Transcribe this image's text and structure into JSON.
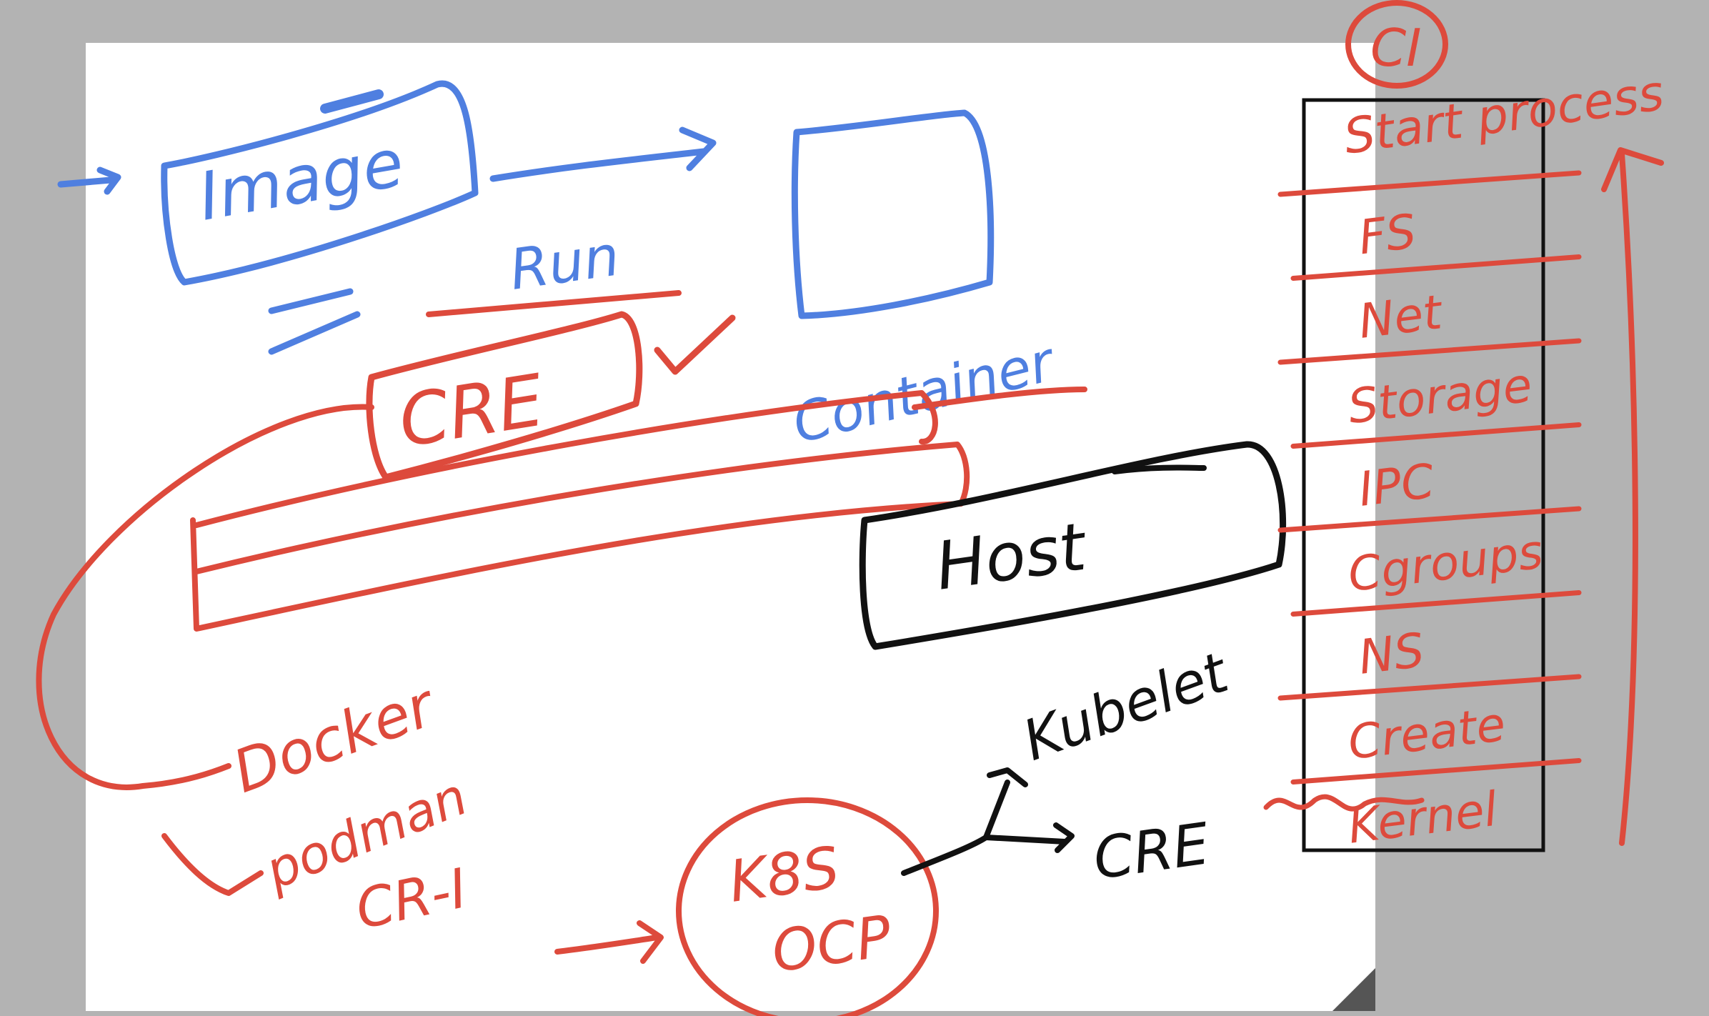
{
  "colors": {
    "background": "#b3b3b3",
    "page": "#ffffff",
    "blue_ink": "#4f7fe0",
    "red_ink": "#dd4a3c",
    "black_ink": "#111111"
  },
  "labels": {
    "image": "Image",
    "run": "Run",
    "cre_top": "CRE",
    "checkmark": "✓",
    "container": "Container",
    "host": "Host",
    "docker": "Docker",
    "podman": "podman",
    "cri": "CR-I",
    "kubelet": "Kubelet",
    "cre_bottom": "CRE",
    "k8s": "K8S",
    "ocp": "OCP"
  },
  "process_stack": {
    "header": "CI",
    "title": "Start process",
    "items": [
      "FS",
      "Net",
      "Storage",
      "IPC",
      "Cgroups",
      "NS",
      "Create",
      "Kernel"
    ]
  },
  "icons": [
    "page-fold-icon",
    "checkmark-icon",
    "arrow-icon"
  ]
}
